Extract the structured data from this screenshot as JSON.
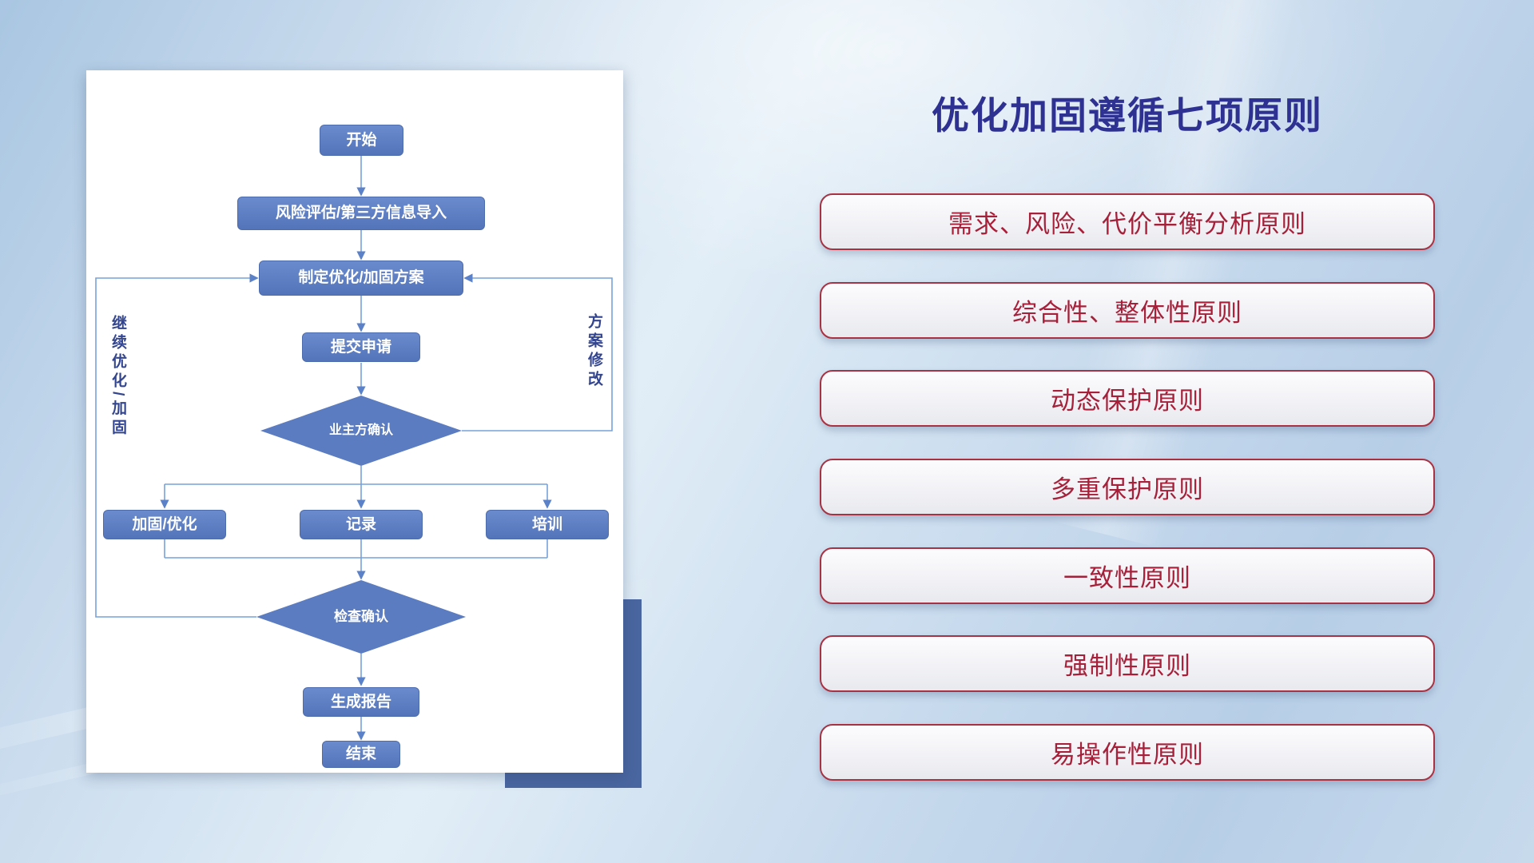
{
  "title": {
    "text": "优化加固遵循七项原则"
  },
  "principles": {
    "items": [
      "需求、风险、代价平衡分析原则",
      "综合性、整体性原则",
      "动态保护原则",
      "多重保护原则",
      "一致性原则",
      "强制性原则",
      "易操作性原则"
    ]
  },
  "flowchart": {
    "nodes": {
      "start": "开始",
      "risk_import": "风险评估/第三方信息导入",
      "make_plan": "制定优化/加固方案",
      "submit": "提交申请",
      "owner_confirm": "业主方确认",
      "reinforce": "加固/优化",
      "record": "记录",
      "training": "培训",
      "check_confirm": "检查确认",
      "report": "生成报告",
      "end": "结束"
    },
    "side_labels": {
      "continue_optimize": "继续优化/加固",
      "plan_modify": "方案修改"
    }
  },
  "colors": {
    "title_text": "#2e3192",
    "principle_text": "#a6203a",
    "principle_border": "#a83242",
    "flow_node_fill": "#5b7cc0",
    "connector_line": "#76a2da",
    "accent_rectangle": "#4a66a0"
  }
}
